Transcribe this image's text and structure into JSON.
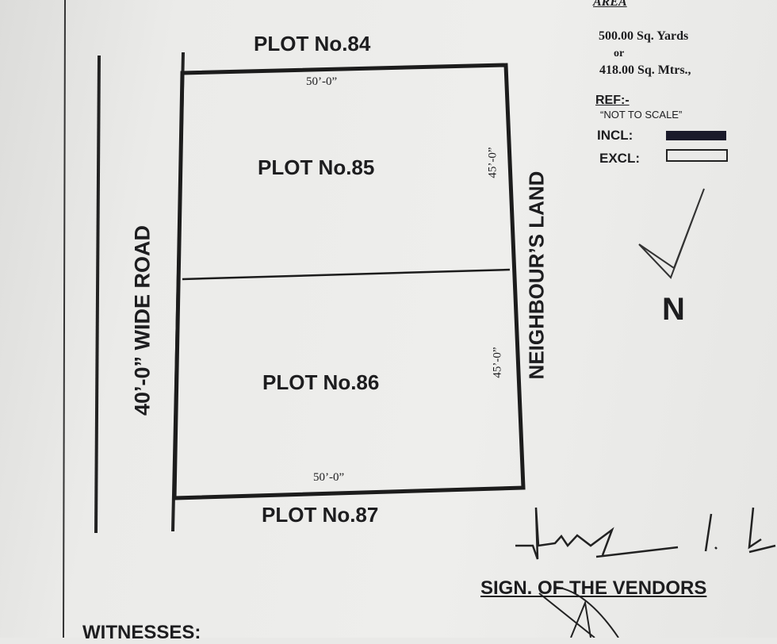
{
  "plots": {
    "north_neighbour": "PLOT No.84",
    "upper": "PLOT No.85",
    "lower": "PLOT No.86",
    "south_neighbour": "PLOT No.87"
  },
  "dimensions": {
    "top_width": "50’-0”",
    "bottom_width": "50’-0”",
    "upper_depth": "45’-0”",
    "lower_depth": "45’-0”"
  },
  "boundaries": {
    "west": "40’-0” WIDE ROAD",
    "east": "NEIGHBOUR’S LAND"
  },
  "area": {
    "heading": "AREA",
    "yards": "500.00 Sq. Yards",
    "or": "or",
    "metres": "418.00 Sq. Mtrs.,"
  },
  "legend": {
    "ref_label": "REF:-",
    "scale_note": "“NOT TO SCALE”",
    "incl_label": "INCL:",
    "excl_label": "EXCL:",
    "incl_color": "#1a1a2a"
  },
  "north": {
    "label": "N"
  },
  "footer": {
    "vendors_sign": "SIGN. OF THE VENDORS",
    "witnesses": "WITNESSES:"
  }
}
